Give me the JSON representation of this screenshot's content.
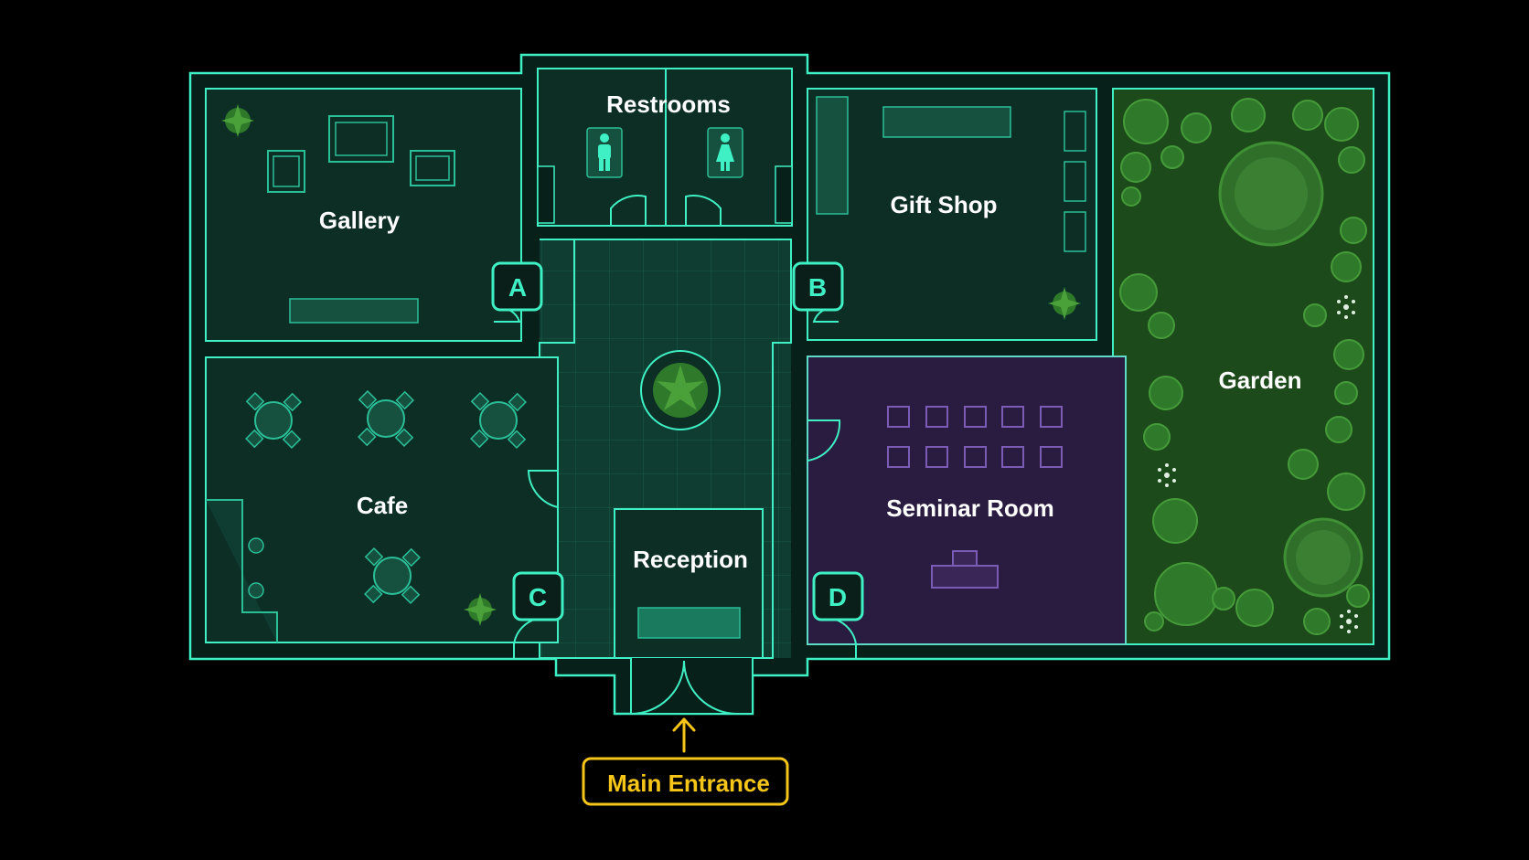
{
  "rooms": {
    "gallery": "Gallery",
    "restrooms": "Restrooms",
    "gift_shop": "Gift Shop",
    "garden": "Garden",
    "cafe": "Cafe",
    "seminar_room": "Seminar Room",
    "reception": "Reception"
  },
  "doors": {
    "a": "A",
    "b": "B",
    "c": "C",
    "d": "D"
  },
  "entrance": {
    "label": "Main Entrance"
  },
  "icons": {
    "restroom_men": "man-icon",
    "restroom_women": "woman-icon",
    "entrance_arrow": "arrow-up-icon"
  },
  "colors": {
    "wall": "#3ef0c4",
    "room_fill": "#0c2e24",
    "seminar_fill": "#2a1c40",
    "garden_fill": "#1c4a1a",
    "entrance": "#f5c518",
    "background": "#000000"
  }
}
